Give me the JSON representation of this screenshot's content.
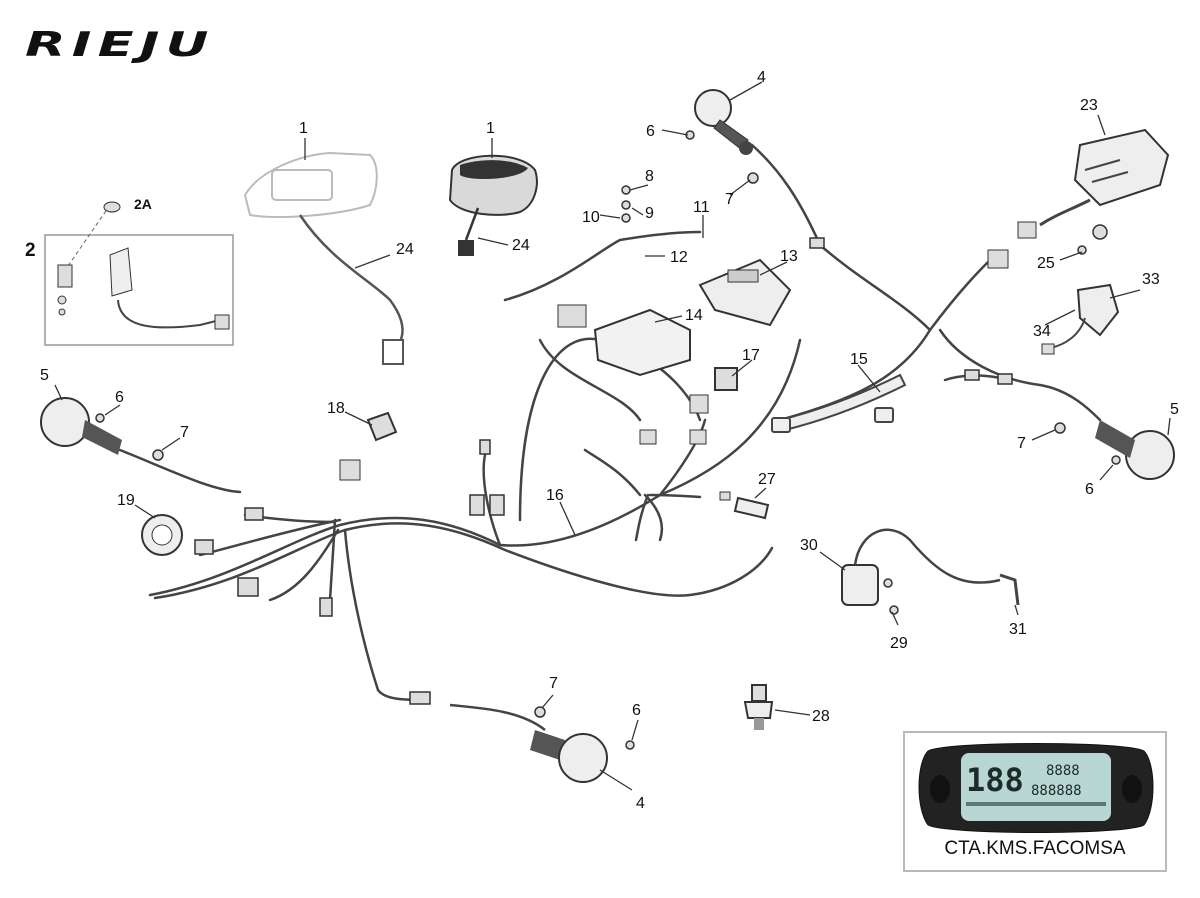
{
  "brand": {
    "logo_text": "RIEJU"
  },
  "callouts": [
    "1",
    "1",
    "2",
    "2A",
    "4",
    "4",
    "5",
    "5",
    "6",
    "6",
    "6",
    "6",
    "7",
    "7",
    "7",
    "7",
    "8",
    "9",
    "10",
    "11",
    "12",
    "13",
    "14",
    "15",
    "16",
    "17",
    "18",
    "19",
    "23",
    "24",
    "24",
    "25",
    "27",
    "28",
    "29",
    "30",
    "31",
    "33",
    "34"
  ],
  "inset": {
    "caption": "CTA.KMS.FACOMSA",
    "lcd_big": "188",
    "lcd_small_top": "8888",
    "lcd_small_bottom": "888888"
  },
  "colors": {
    "line": "#333333",
    "part_fill": "#f2f2f2",
    "inset_border": "#b9b9b9",
    "lcd": "#b9d7d2"
  }
}
